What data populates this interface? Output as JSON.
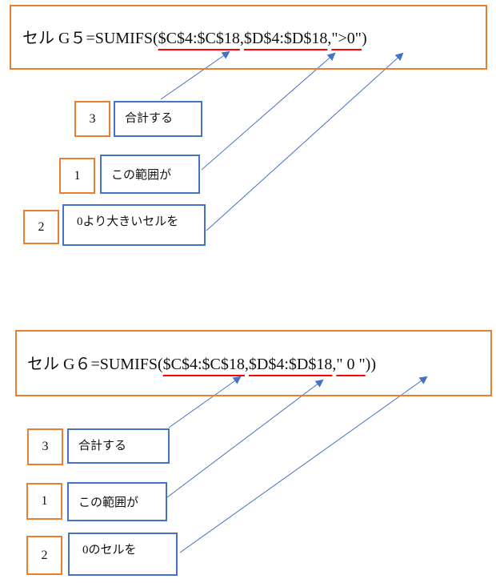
{
  "sections": [
    {
      "formula": {
        "prefix": "セル G５=SUMIFS(",
        "arg1": "$C$4:$C$18",
        "sep1": ",",
        "arg2": "$D$4:$D$18",
        "sep2": ",",
        "arg3": "\">0\"",
        "suffix": ")"
      },
      "labels": [
        {
          "num": "3",
          "text": "合計する"
        },
        {
          "num": "1",
          "text": "この範囲が"
        },
        {
          "num": "2",
          "text": "0より大きいセルを"
        }
      ]
    },
    {
      "formula": {
        "prefix": "セル G６=SUMIFS(",
        "arg1": "$C$4:$C$18",
        "sep1": ",",
        "arg2": "$D$4:$D$18",
        "sep2": ",",
        "arg3": "\" 0 \"",
        "suffix": "))"
      },
      "labels": [
        {
          "num": "3",
          "text": "合計する"
        },
        {
          "num": "1",
          "text": "この範囲が"
        },
        {
          "num": "2",
          "text": "0のセルを"
        }
      ]
    }
  ],
  "colors": {
    "box_orange": "#ED7D31",
    "box_blue": "#4472C4",
    "underline_red": "#FF0000",
    "arrow_blue": "#4472C4"
  }
}
